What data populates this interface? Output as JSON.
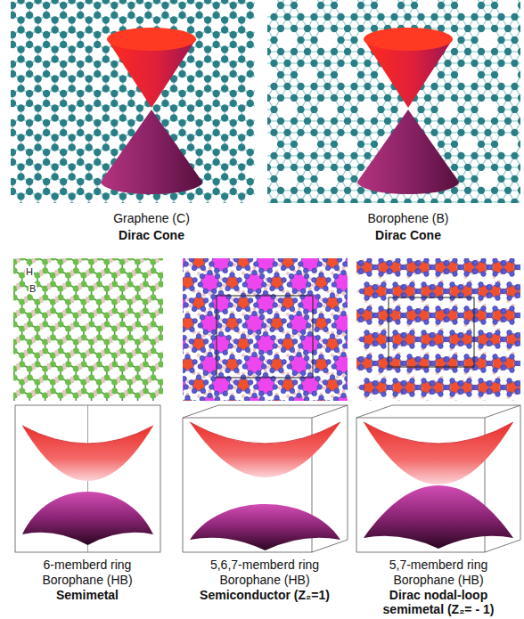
{
  "diagram": {
    "labels": [
      "Graphene (C)",
      "Dirac Cone",
      "Borophene (B)",
      "Dirac Cone",
      "H",
      "B",
      "6-memberd ring",
      "Borophane (HB)",
      "Semimetal",
      "5,6,7-memberd ring",
      "Borophane (HB)",
      "Semiconductor (Z₂=1)",
      "5,7-memberd ring",
      "Borophane (HB)",
      "Dirac nodal-loop semimetal (Z₂= - 1)"
    ]
  }
}
